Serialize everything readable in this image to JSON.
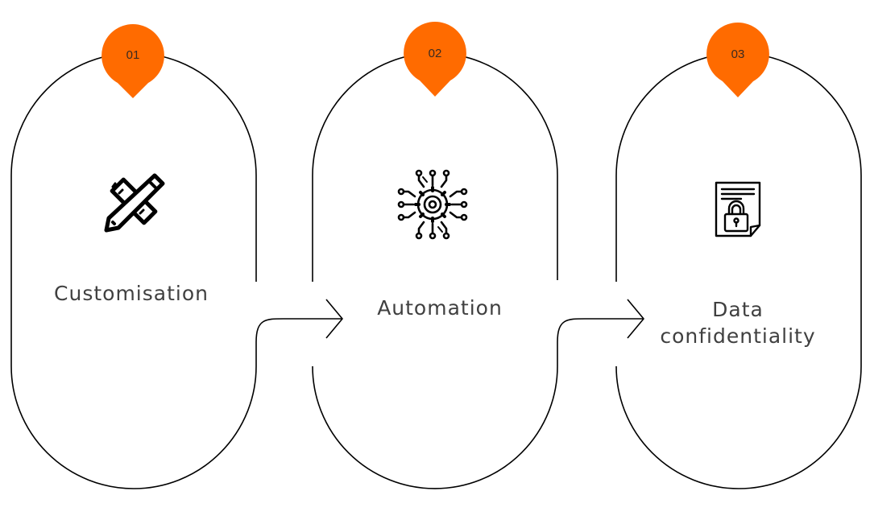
{
  "accent_color": "#FF6B00",
  "outline_color": "#000000",
  "steps": [
    {
      "number": "01",
      "label_lines": [
        "Customisation"
      ],
      "icon": "ruler-pencil-icon"
    },
    {
      "number": "02",
      "label_lines": [
        "Automation"
      ],
      "icon": "gear-circuit-icon"
    },
    {
      "number": "03",
      "label_lines": [
        "Data",
        "confidentiality"
      ],
      "icon": "locked-document-icon"
    }
  ]
}
